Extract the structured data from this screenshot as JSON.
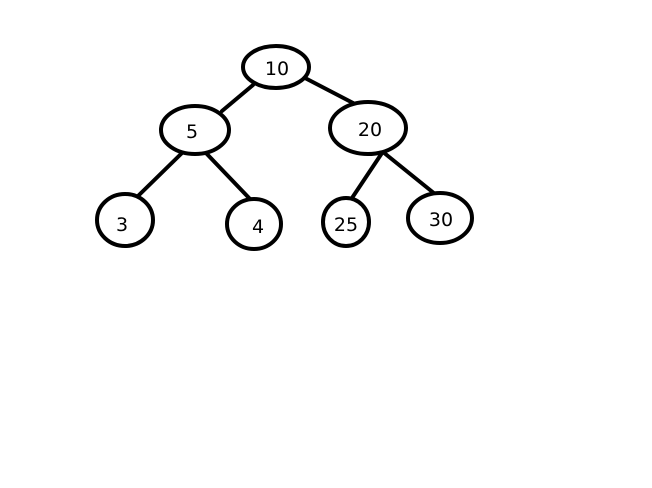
{
  "tree": {
    "nodes": [
      {
        "id": "n10",
        "label": "10"
      },
      {
        "id": "n5",
        "label": "5"
      },
      {
        "id": "n20",
        "label": "20"
      },
      {
        "id": "n3",
        "label": "3"
      },
      {
        "id": "n4",
        "label": "4"
      },
      {
        "id": "n25",
        "label": "25"
      },
      {
        "id": "n30",
        "label": "30"
      }
    ],
    "edges": [
      {
        "from": "n10",
        "to": "n5"
      },
      {
        "from": "n10",
        "to": "n20"
      },
      {
        "from": "n5",
        "to": "n3"
      },
      {
        "from": "n5",
        "to": "n4"
      },
      {
        "from": "n20",
        "to": "n25"
      },
      {
        "from": "n20",
        "to": "n30"
      }
    ]
  }
}
